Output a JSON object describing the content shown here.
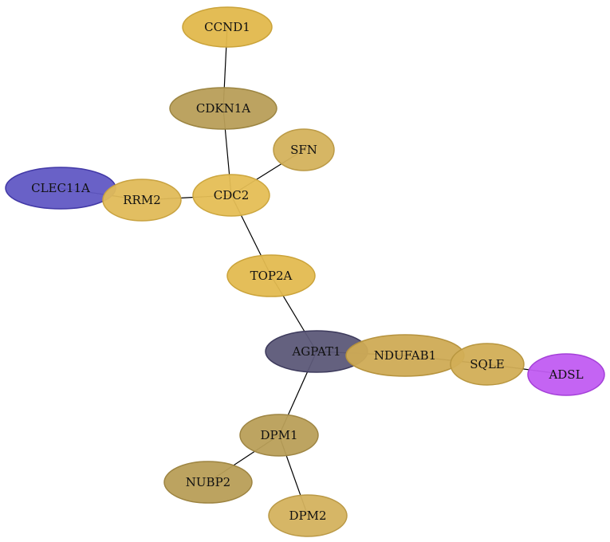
{
  "nodes": [
    {
      "id": "CCND1",
      "label": "CCND1",
      "fill": "#e2b84c",
      "stroke": "#caa33a"
    },
    {
      "id": "CDKN1A",
      "label": "CDKN1A",
      "fill": "#b89e58",
      "stroke": "#9c8542"
    },
    {
      "id": "SFN",
      "label": "SFN",
      "fill": "#d4b25c",
      "stroke": "#bb9a46"
    },
    {
      "id": "CLEC11A",
      "label": "CLEC11A",
      "fill": "#6159c4",
      "stroke": "#4138a6"
    },
    {
      "id": "RRM2",
      "label": "RRM2",
      "fill": "#e0bb58",
      "stroke": "#c8a240"
    },
    {
      "id": "CDC2",
      "label": "CDC2",
      "fill": "#e5be55",
      "stroke": "#cca63e"
    },
    {
      "id": "TOP2A",
      "label": "TOP2A",
      "fill": "#e3bb50",
      "stroke": "#cba33a"
    },
    {
      "id": "AGPAT1",
      "label": "AGPAT1",
      "fill": "#5c5878",
      "stroke": "#3d3a5c"
    },
    {
      "id": "NDUFAB1",
      "label": "NDUFAB1",
      "fill": "#cfab55",
      "stroke": "#b6933e"
    },
    {
      "id": "SQLE",
      "label": "SQLE",
      "fill": "#d2ae56",
      "stroke": "#b8963f"
    },
    {
      "id": "ADSL",
      "label": "ADSL",
      "fill": "#c15cf2",
      "stroke": "#a43fd8"
    },
    {
      "id": "DPM1",
      "label": "DPM1",
      "fill": "#b99f59",
      "stroke": "#9e8543"
    },
    {
      "id": "NUBP2",
      "label": "NUBP2",
      "fill": "#b89e57",
      "stroke": "#9d8441"
    },
    {
      "id": "DPM2",
      "label": "DPM2",
      "fill": "#d4b25e",
      "stroke": "#ba9946"
    }
  ],
  "edges": [
    [
      "CCND1",
      "CDKN1A"
    ],
    [
      "CDKN1A",
      "CDC2"
    ],
    [
      "SFN",
      "CDC2"
    ],
    [
      "CLEC11A",
      "RRM2"
    ],
    [
      "RRM2",
      "CDC2"
    ],
    [
      "CDC2",
      "TOP2A"
    ],
    [
      "TOP2A",
      "AGPAT1"
    ],
    [
      "AGPAT1",
      "NDUFAB1"
    ],
    [
      "NDUFAB1",
      "SQLE"
    ],
    [
      "SQLE",
      "ADSL"
    ],
    [
      "AGPAT1",
      "DPM1"
    ],
    [
      "DPM1",
      "NUBP2"
    ],
    [
      "DPM1",
      "DPM2"
    ]
  ]
}
